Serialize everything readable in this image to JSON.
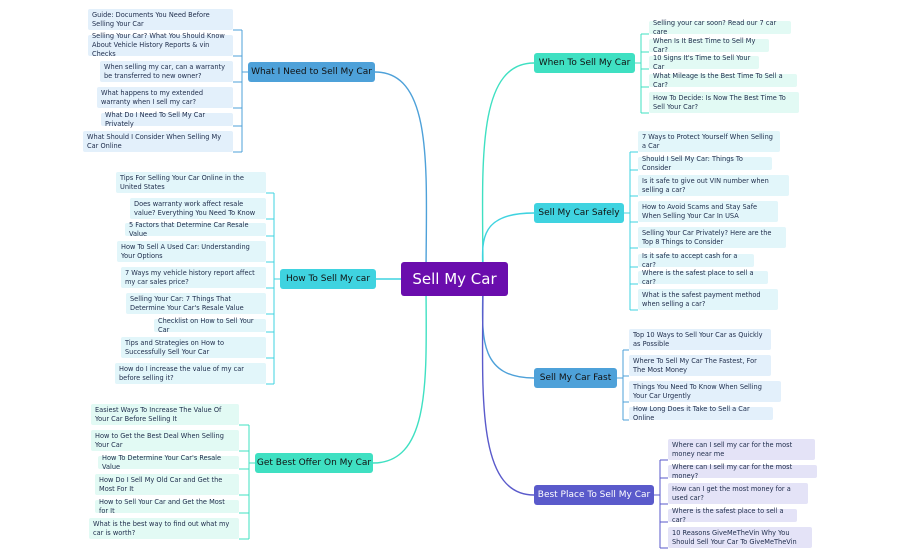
{
  "center": "Sell My Car",
  "branches": {
    "need": {
      "label": "What I Need to Sell My Car",
      "items": [
        "Guide: Documents You Need Before Selling Your Car",
        "Selling Your Car? What You Should Know About Vehicle History Reports & vin Checks",
        "When selling my car, can a warranty be transferred to new owner?",
        "What happens to my extended warranty when I sell my car?",
        "What Do I Need To Sell My Car Privately",
        "What Should I Consider When Selling My Car Online"
      ]
    },
    "how": {
      "label": "How To Sell My car",
      "items": [
        "Tips For Selling Your Car Online in the United States",
        "Does warranty work affect resale value? Everything You Need To Know",
        "5 Factors that Determine Car Resale Value",
        "How To Sell A Used Car: Understanding Your Options",
        "7 Ways my vehicle history report affect my car sales price?",
        "Selling Your Car: 7 Things That Determine Your Car's Resale Value",
        "Checklist on How to Sell Your Car",
        "Tips and Strategies on How to Successfully Sell Your Car",
        "How do I increase the value of my car before selling it?"
      ]
    },
    "offer": {
      "label": "Get Best Offer On My Car",
      "items": [
        "Easiest Ways To Increase The Value Of Your Car Before Selling It",
        "How to Get the Best Deal When Selling Your Car",
        "How To Determine Your Car's Resale Value",
        "How Do I Sell My Old Car and Get the Most For It",
        "How to Sell Your Car and Get the Most for It",
        "What is the best way to find out what my car is worth?"
      ]
    },
    "when": {
      "label": "When To Sell My Car",
      "items": [
        "Selling your car soon? Read our 7 car care",
        "When Is It Best Time to Sell My Car?",
        "10 Signs It's Time to Sell Your Car",
        "What Mileage Is the Best Time To Sell a Car?",
        "How To Decide: Is Now The Best Time To Sell Your Car?"
      ]
    },
    "safely": {
      "label": "Sell My Car Safely",
      "items": [
        "7 Ways to Protect Yourself When Selling a Car",
        "Should I Sell My Car: Things To Consider",
        "Is it safe to give out VIN number when selling a car?",
        "How to Avoid Scams and Stay Safe When Selling Your Car In USA",
        "Selling Your Car Privately? Here are the Top 8 Things to Consider",
        "Is it safe to accept cash for a car?",
        "Where is the safest place to sell a car?",
        "What is the safest payment method when selling a car?"
      ]
    },
    "fast": {
      "label": "Sell My Car Fast",
      "items": [
        "Top 10 Ways to Sell Your Car as Quickly as Possible",
        "Where To Sell My Car The Fastest, For The Most Money",
        "Things You Need To Know When Selling Your Car Urgently",
        "How Long Does it Take to Sell a Car Online"
      ]
    },
    "place": {
      "label": "Best Place To Sell My Car",
      "items": [
        "Where can I sell my car for the most money near me",
        "Where can I sell my car for the most money?",
        "How can I get the most money for a used car?",
        "Where is the safest place to sell a car?",
        "10 Reasons GiveMeTheVin Why You Should Sell Your Car To GiveMeTheVin"
      ]
    }
  },
  "colors": {
    "center": "#6a0dad",
    "need": "#4ea1d9",
    "how": "#3fd3e0",
    "offer": "#3fe0c2",
    "when": "#3fe0c2",
    "safely": "#3fd3e0",
    "fast": "#4ea1d9",
    "place": "#5a5acb"
  }
}
